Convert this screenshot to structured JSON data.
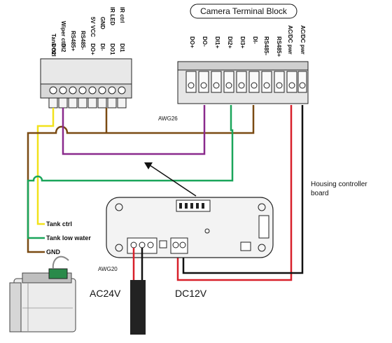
{
  "title": "Camera Terminal Block",
  "left_terminal_labels": [
    "Tank ctrl",
    "Wiper ctrl",
    "RS485+",
    "RS485-",
    "5V VCC",
    "GND",
    "IR LED",
    "IR ctrl"
  ],
  "left_terminal_labels2": [
    "DO2",
    "DI2",
    "",
    "",
    "DO+",
    "DI-",
    "DO1",
    "DI1"
  ],
  "right_terminal_labels": [
    "DO+",
    "DO-",
    "DI1+",
    "DI2+",
    "DI3+",
    "DI-",
    "RS485-",
    "RS485+",
    "AC/DC pwr",
    "AC/DC pwr"
  ],
  "awg26": "AWG26",
  "awg20": "AWG20",
  "housing_label_line1": "Housing controller",
  "housing_label_line2": "board",
  "tank_ctrl": "Tank ctrl",
  "tank_low_water": "Tank low water",
  "gnd": "GND",
  "ac24v": "AC24V",
  "dc12v": "DC12V",
  "colors": {
    "yellow": "#f2e21b",
    "brown": "#7a4a12",
    "purple": "#8a2a8c",
    "green": "#1aa55a",
    "red": "#d8202a",
    "black": "#111111"
  }
}
